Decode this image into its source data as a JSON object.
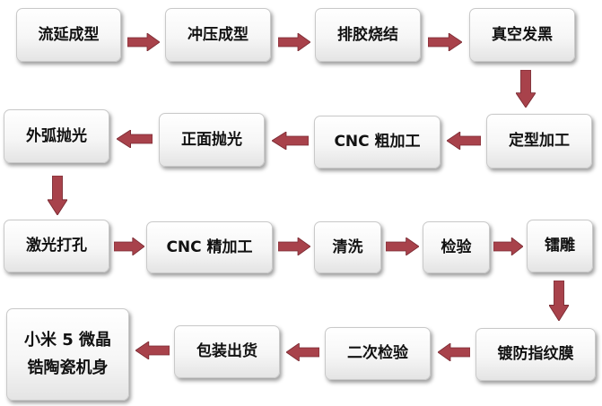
{
  "diagram": {
    "arrow_color": "#a8424b",
    "steps": [
      "流延成型",
      "冲压成型",
      "排胶烧结",
      "真空发黑",
      "定型加工",
      "CNC 粗加工",
      "正面抛光",
      "外弧抛光",
      "激光打孔",
      "CNC 精加工",
      "清洗",
      "检验",
      "镭雕",
      "镀防指纹膜",
      "二次检验",
      "包装出货",
      "小米 5 微晶\n锆陶瓷机身"
    ]
  }
}
